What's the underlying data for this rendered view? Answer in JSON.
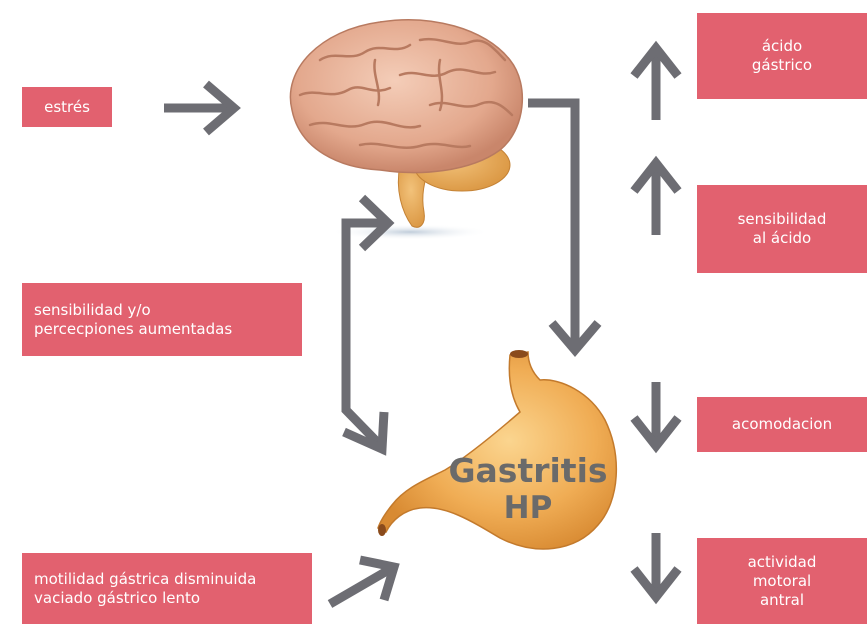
{
  "boxes": {
    "estres": {
      "lines": [
        "estrés"
      ]
    },
    "acido_gastrico": {
      "lines": [
        "ácido",
        "gástrico"
      ]
    },
    "sensibilidad_acido": {
      "lines": [
        "sensibilidad",
        "al ácido"
      ]
    },
    "sensibilidad_percepciones": {
      "lines": [
        "sensibilidad y/o",
        "percecpiones aumentadas"
      ]
    },
    "acomodacion": {
      "lines": [
        "acomodacion"
      ]
    },
    "motilidad": {
      "lines": [
        "motilidad gástrica disminuida",
        "vaciado gástrico lento"
      ]
    },
    "actividad": {
      "lines": [
        "actividad",
        "motoral",
        "antral"
      ]
    }
  },
  "stomach": {
    "line1": "Gastritis",
    "line2": "HP"
  },
  "colors": {
    "box": "#e2616f",
    "arrow": "#6d6d73",
    "brain": "#e8b39a",
    "stomach": "#e8a24a"
  }
}
